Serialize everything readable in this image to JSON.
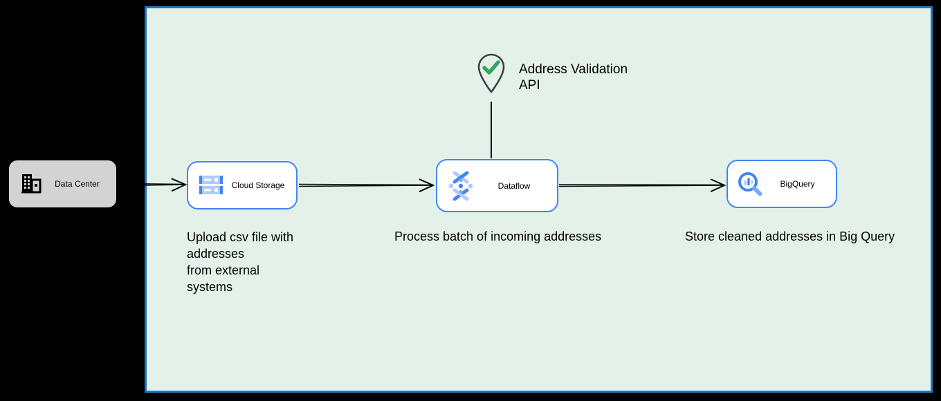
{
  "diagram": {
    "type": "architecture-flow",
    "nodes": {
      "data_center": {
        "label": "Data Center",
        "icon": "office-building-icon"
      },
      "cloud_storage": {
        "label": "Cloud Storage",
        "icon": "cloud-storage-icon"
      },
      "dataflow": {
        "label": "Dataflow",
        "icon": "dataflow-icon"
      },
      "bigquery": {
        "label": "BigQuery",
        "icon": "bigquery-icon"
      }
    },
    "annotations": {
      "address_validation_api": "Address Validation\nAPI",
      "caption_cloud_storage": "Upload csv file with\naddresses\nfrom external\nsystems",
      "caption_dataflow": "Process batch of incoming addresses",
      "caption_bigquery": "Store cleaned addresses in Big Query"
    },
    "edges": [
      {
        "from": "data_center",
        "to": "cloud_storage",
        "style": "open-arrow"
      },
      {
        "from": "cloud_storage",
        "to": "dataflow",
        "style": "open-arrow"
      },
      {
        "from": "dataflow",
        "to": "bigquery",
        "style": "open-arrow"
      },
      {
        "from": "address_validation_api",
        "to": "dataflow",
        "style": "plain-line"
      }
    ],
    "colors": {
      "canvas_bg": "#000000",
      "zone_fill": "#e4f1e9",
      "zone_border": "#2176bd",
      "node_fill": "#ffffff",
      "node_border": "#4285f4",
      "data_center_fill": "#d3d3d3",
      "arrow": "#000000",
      "icon_blue": "#4285f4",
      "icon_light_blue": "#aecbfa",
      "check_green": "#34a853",
      "pin_outline": "#3c4043",
      "text": "#000000"
    }
  }
}
